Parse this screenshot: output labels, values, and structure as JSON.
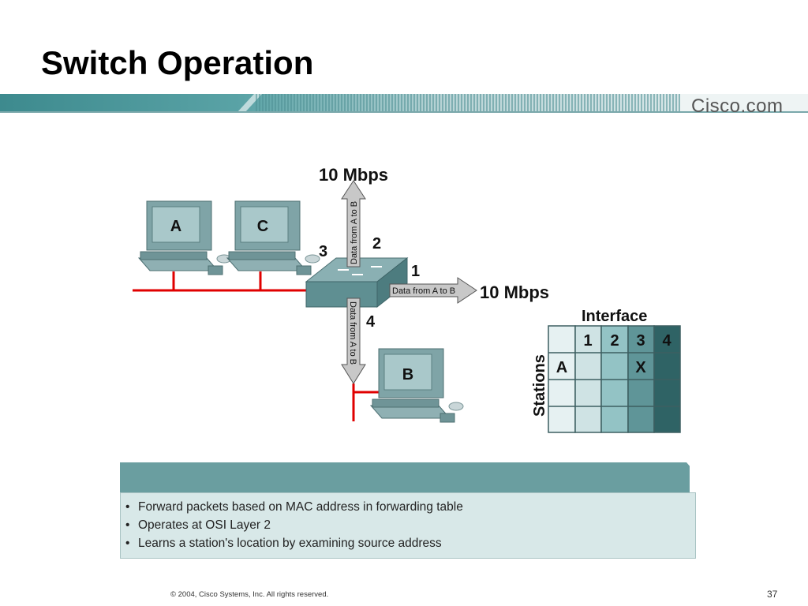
{
  "title": "Switch Operation",
  "brand": "Cisco.com",
  "diagram": {
    "stations": [
      {
        "label": "A"
      },
      {
        "label": "C"
      },
      {
        "label": "B"
      }
    ],
    "ports": [
      "1",
      "2",
      "3",
      "4"
    ],
    "speed_top": "10 Mbps",
    "speed_right": "10 Mbps",
    "arrow_label": "Data from A to B",
    "colors": {
      "switch": "#5f8f92",
      "link": "#e00000",
      "monitor": "#9fbfc2",
      "arrow": "#c8c8c8"
    }
  },
  "table": {
    "header": "Interface",
    "row_header": "Stations",
    "columns": [
      "1",
      "2",
      "3",
      "4"
    ],
    "rows": [
      {
        "station": "A",
        "cells": [
          "",
          "",
          "X",
          ""
        ]
      },
      {
        "station": "",
        "cells": [
          "",
          "",
          "",
          ""
        ]
      },
      {
        "station": "",
        "cells": [
          "",
          "",
          "",
          ""
        ]
      }
    ]
  },
  "bullets": [
    "Forward packets based on MAC address in forwarding table",
    "Operates at OSI Layer 2",
    "Learns a station's location by examining source address"
  ],
  "footer": "© 2004, Cisco Systems, Inc. All rights reserved.",
  "page_number": "37"
}
